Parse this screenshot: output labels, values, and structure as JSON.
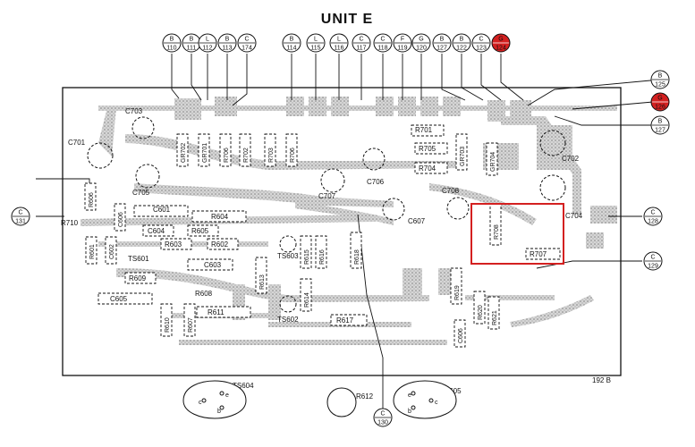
{
  "title": "UNIT E",
  "figure_code": "192 B",
  "colors": {
    "ink": "#111111",
    "board_shade": "#b8b8b8",
    "highlight_red": "#d42020",
    "connector_red_fill": "#d42020"
  },
  "top_connectors": [
    {
      "letter": "B",
      "number": "110"
    },
    {
      "letter": "B",
      "number": "111"
    },
    {
      "letter": "L",
      "number": "112"
    },
    {
      "letter": "B",
      "number": "113"
    },
    {
      "letter": "C",
      "number": "174"
    },
    {
      "letter": "B",
      "number": "114"
    },
    {
      "letter": "L",
      "number": "115"
    },
    {
      "letter": "L",
      "number": "116"
    },
    {
      "letter": "C",
      "number": "117"
    },
    {
      "letter": "C",
      "number": "118"
    },
    {
      "letter": "F",
      "number": "119"
    },
    {
      "letter": "G",
      "number": "120"
    },
    {
      "letter": "B",
      "number": "127"
    },
    {
      "letter": "B",
      "number": "122"
    },
    {
      "letter": "C",
      "number": "123"
    },
    {
      "letter": "G",
      "number": "124",
      "red": true
    }
  ],
  "side_connectors": [
    {
      "letter": "B",
      "number": "125"
    },
    {
      "letter": "G",
      "number": "126",
      "red": true
    },
    {
      "letter": "B",
      "number": "127"
    },
    {
      "letter": "C",
      "number": "128"
    },
    {
      "letter": "C",
      "number": "129"
    },
    {
      "letter": "C",
      "number": "130"
    },
    {
      "letter": "C",
      "number": "131"
    }
  ],
  "components": {
    "C701": "C701",
    "C702": "C702",
    "C703": "C703",
    "C704": "C704",
    "C705": "C705",
    "C706": "C706",
    "C707": "C707",
    "C708": "C708",
    "R701": "R701",
    "R702": "R702",
    "R703": "R703",
    "R704": "R704",
    "R705": "R705",
    "R706": "R706",
    "R707": "R707",
    "R708": "R708",
    "GR701": "GR701",
    "GR702": "GR702",
    "GR703": "GR703",
    "GR704": "GR704",
    "C601": "C601",
    "C602": "C602",
    "C603": "C603",
    "C604": "C604",
    "C605": "C605",
    "C606": "C606",
    "C607": "C607",
    "R601": "R601",
    "R602": "R602",
    "R603": "R603",
    "R604": "R604",
    "R605": "R605",
    "R606": "R606",
    "R607": "R607",
    "R608": "R608",
    "R609": "R609",
    "R610": "R610",
    "R611": "R611",
    "R612": "R612",
    "R613": "R613",
    "R614": "R614",
    "R615": "R615",
    "R616": "R616",
    "R617": "R617",
    "R618": "R618",
    "R619": "R619",
    "R620": "R620",
    "R621": "R621",
    "R710": "R710",
    "TS601": "TS601",
    "TS602": "TS602",
    "TS603": "TS603",
    "TS604": "TS604",
    "TS605": "TS605",
    "pin_b": "b",
    "pin_c": "c",
    "pin_e": "e"
  }
}
